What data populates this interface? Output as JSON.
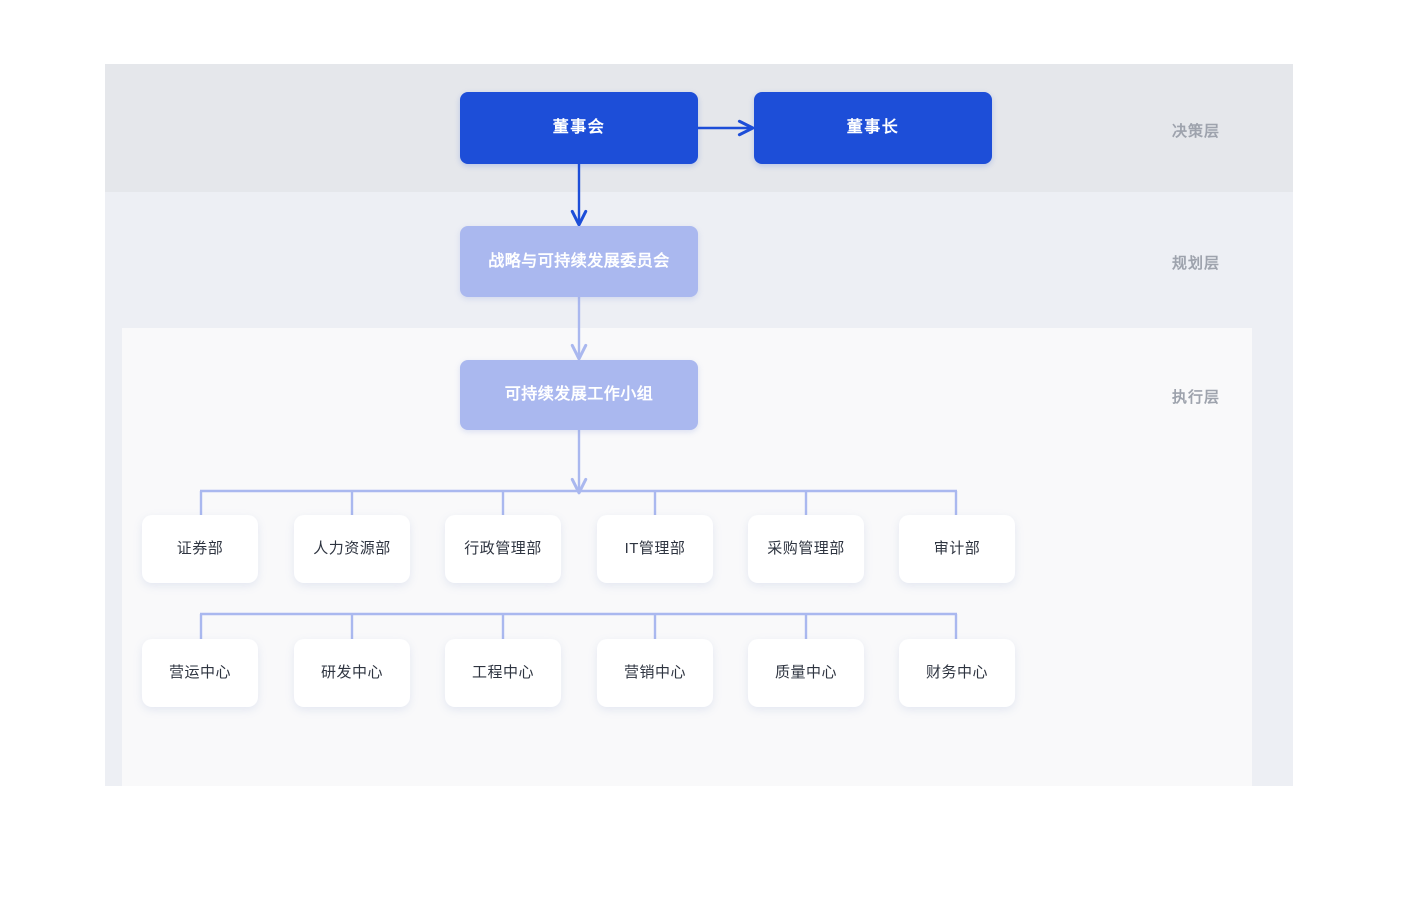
{
  "diagram": {
    "title": "",
    "layers": [
      {
        "id": "decision",
        "label": "决策层"
      },
      {
        "id": "planning",
        "label": "规划层"
      },
      {
        "id": "execution",
        "label": "执行层"
      }
    ],
    "nodes": {
      "board": "董事会",
      "chairman": "董事长",
      "committee": "战略与可持续发展委员会",
      "workgroup": "可持续发展工作小组"
    },
    "departments_row1": [
      "证券部",
      "人力资源部",
      "行政管理部",
      "IT管理部",
      "采购管理部",
      "审计部"
    ],
    "departments_row2": [
      "营运中心",
      "研发中心",
      "工程中心",
      "营销中心",
      "质量中心",
      "财务中心"
    ],
    "colors": {
      "primary": "#1d4ed8",
      "committee": "#aab8ef",
      "node_bg": "#ffffff",
      "band_decision": "#e5e7eb",
      "band_planning": "#edeff4",
      "band_execution": "#f9f9fa",
      "label_text": "#9ea3ad",
      "connector_dark": "#1d4ed8",
      "connector_light": "#aab8ef"
    }
  }
}
